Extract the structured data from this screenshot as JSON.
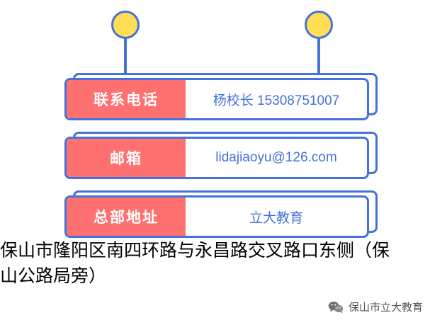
{
  "infographic": {
    "bulbs": [
      "bulb-left",
      "bulb-right"
    ],
    "rows": [
      {
        "label": "联系电话",
        "value": "杨校长 15308751007"
      },
      {
        "label": "邮箱",
        "value": "lidajiaoyu@126.com"
      },
      {
        "label": "总部地址",
        "value": "立大教育"
      }
    ],
    "colors": {
      "label_bg": "#ff7070",
      "border": "#4472d8",
      "bulb_fill": "#ffdd55",
      "value_text": "#4472d8"
    }
  },
  "address": {
    "line1": "保山市隆阳区南四环路与永昌路交叉路口东侧（保",
    "line2": "山公路局旁）"
  },
  "footer": {
    "icon": "wechat-icon",
    "account": "保山市立大教育"
  }
}
